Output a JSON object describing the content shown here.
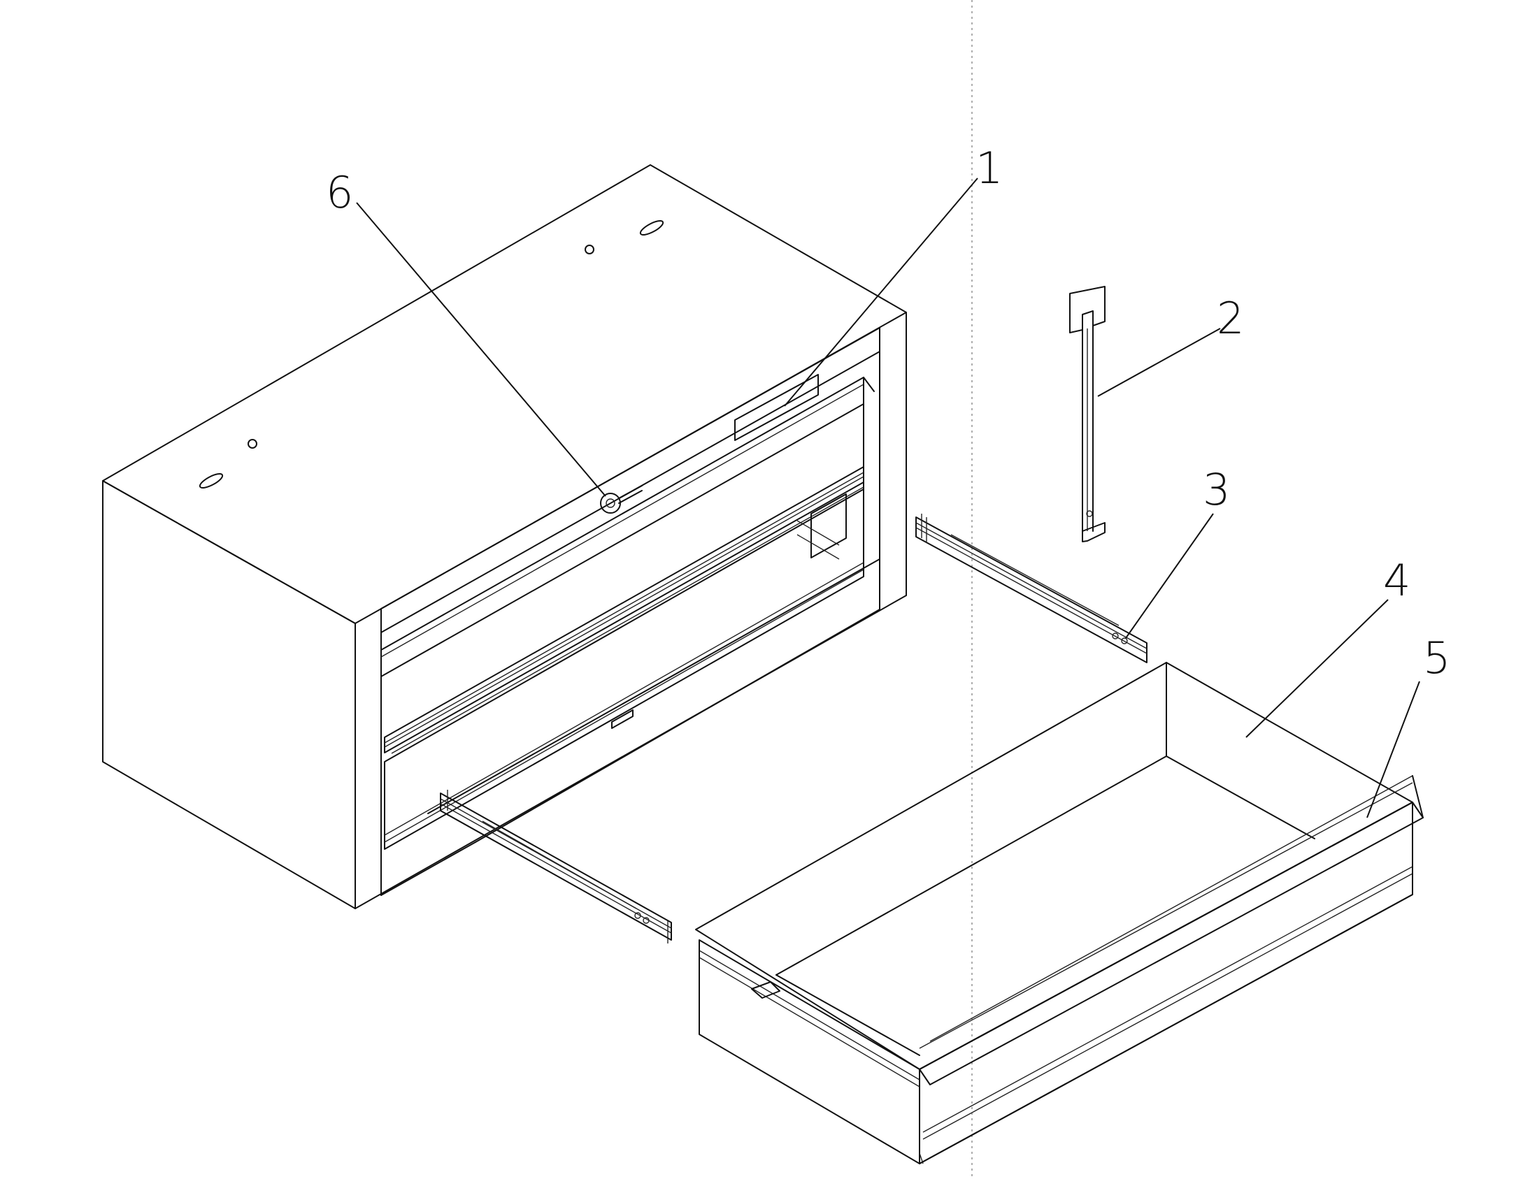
{
  "diagram": {
    "callouts": [
      {
        "id": "callout-1",
        "label": "1",
        "part": "label-plate"
      },
      {
        "id": "callout-2",
        "label": "2",
        "part": "drawer-bracket"
      },
      {
        "id": "callout-3",
        "label": "3",
        "part": "drawer-slide"
      },
      {
        "id": "callout-4",
        "label": "4",
        "part": "drawer"
      },
      {
        "id": "callout-5",
        "label": "5",
        "part": "drawer-pull"
      },
      {
        "id": "callout-6",
        "label": "6",
        "part": "lock"
      }
    ],
    "colors": {
      "line": "#111111",
      "background": "#ffffff",
      "guide": "#777777"
    }
  }
}
